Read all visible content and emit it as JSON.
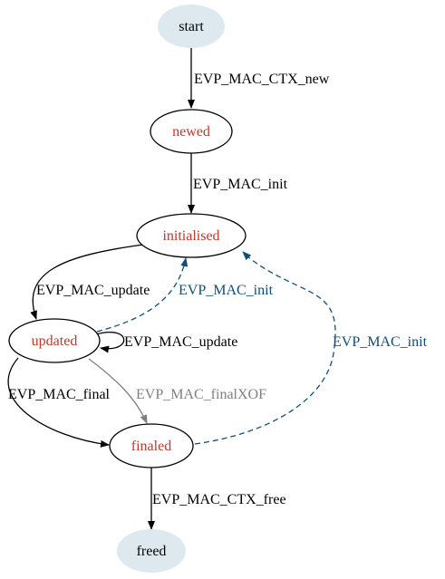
{
  "colors": {
    "terminal_fill": "#dde9ee",
    "state_text": "#c0392b",
    "black": "#000000",
    "gray": "#808080",
    "blue": "#0d4f7a"
  },
  "nodes": {
    "start": "start",
    "newed": "newed",
    "initialised": "initialised",
    "updated": "updated",
    "finaled": "finaled",
    "freed": "freed"
  },
  "edges": {
    "start_newed": "EVP_MAC_CTX_new",
    "newed_initialised": "EVP_MAC_init",
    "initialised_updated": "EVP_MAC_update",
    "updated_initialised": "EVP_MAC_init",
    "updated_self": "EVP_MAC_update",
    "updated_finaled": "EVP_MAC_final",
    "updated_finaled_xof": "EVP_MAC_finalXOF",
    "finaled_initialised": "EVP_MAC_init",
    "finaled_freed": "EVP_MAC_CTX_free"
  }
}
